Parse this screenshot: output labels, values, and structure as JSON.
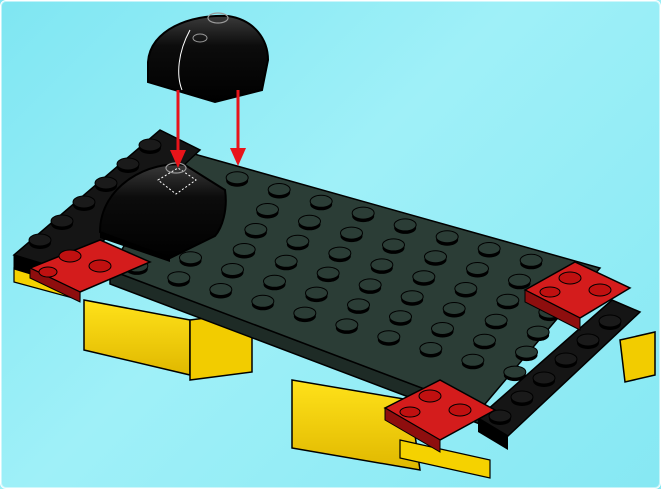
{
  "scene": {
    "background_color": "#8fedf6",
    "plate_color": "#2b3d36",
    "black_brick_color": "#0d0d0d",
    "red_part_color": "#d41c1c",
    "yellow_part_color": "#f5d200",
    "arrow_color": "#e8141a"
  },
  "parts": {
    "main_plate": {
      "rows": 6,
      "columns": 10
    },
    "end_plate": {
      "studs": 6
    },
    "curved_brick_count": 2,
    "red_plate_count": 3,
    "arrow_count": 2
  }
}
